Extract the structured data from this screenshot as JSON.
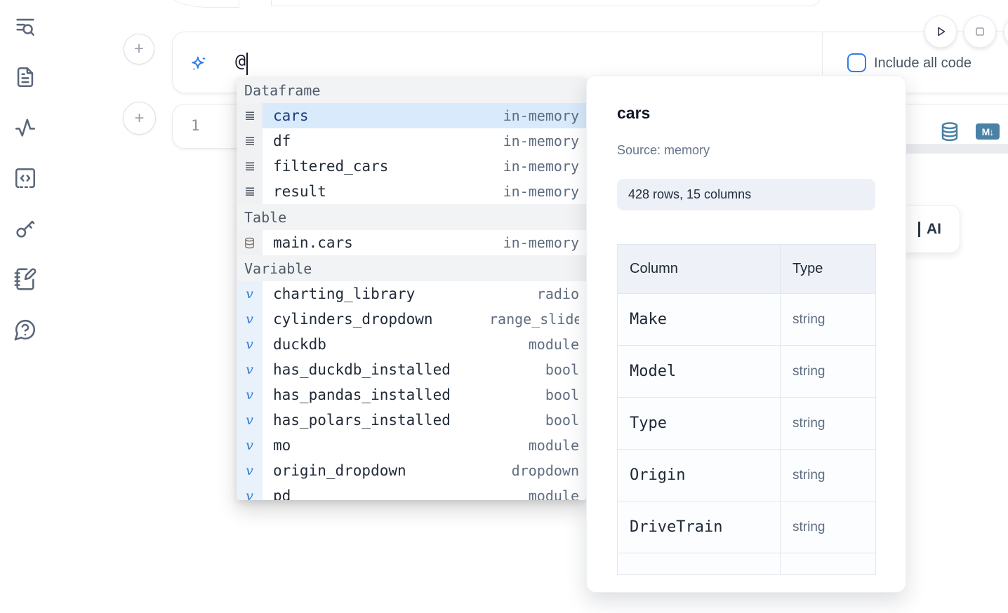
{
  "sidebar": {
    "icons": [
      {
        "name": "list-search-icon"
      },
      {
        "name": "file-text-icon"
      },
      {
        "name": "activity-icon"
      },
      {
        "name": "code-snippets-icon"
      },
      {
        "name": "key-icon"
      },
      {
        "name": "notebook-pen-icon"
      },
      {
        "name": "help-chat-icon"
      }
    ]
  },
  "canvas": {
    "add_cell_label": "+"
  },
  "ai_cell": {
    "input_value": "@",
    "include_all_code_label": "Include all code",
    "checkbox_checked": false
  },
  "run_controls": {
    "play_button": "run",
    "stop_button": "stop"
  },
  "code_cell": {
    "line_number": "1",
    "markdown_badge": "M↓"
  },
  "autocomplete": {
    "sections": [
      {
        "label": "Dataframe",
        "items": [
          {
            "name": "cars",
            "type": "in-memory",
            "selected": true
          },
          {
            "name": "df",
            "type": "in-memory",
            "selected": false
          },
          {
            "name": "filtered_cars",
            "type": "in-memory",
            "selected": false
          },
          {
            "name": "result",
            "type": "in-memory",
            "selected": false
          }
        ]
      },
      {
        "label": "Table",
        "items": [
          {
            "name": "main.cars",
            "type": "in-memory",
            "selected": false
          }
        ]
      },
      {
        "label": "Variable",
        "items": [
          {
            "name": "charting_library",
            "type": "radio"
          },
          {
            "name": "cylinders_dropdown",
            "type": "range_slider"
          },
          {
            "name": "duckdb",
            "type": "module"
          },
          {
            "name": "has_duckdb_installed",
            "type": "bool"
          },
          {
            "name": "has_pandas_installed",
            "type": "bool"
          },
          {
            "name": "has_polars_installed",
            "type": "bool"
          },
          {
            "name": "mo",
            "type": "module"
          },
          {
            "name": "origin_dropdown",
            "type": "dropdown"
          },
          {
            "name": "pd",
            "type": "module"
          }
        ]
      }
    ]
  },
  "preview_panel": {
    "title": "cars",
    "source_label": "Source: memory",
    "shape_badge": "428 rows, 15 columns",
    "table": {
      "headers": [
        "Column",
        "Type"
      ],
      "rows": [
        {
          "column": "Make",
          "type": "string"
        },
        {
          "column": "Model",
          "type": "string"
        },
        {
          "column": "Type",
          "type": "string"
        },
        {
          "column": "Origin",
          "type": "string"
        },
        {
          "column": "DriveTrain",
          "type": "string"
        }
      ]
    }
  },
  "ai_generate_button": {
    "visible_label": "AI"
  }
}
